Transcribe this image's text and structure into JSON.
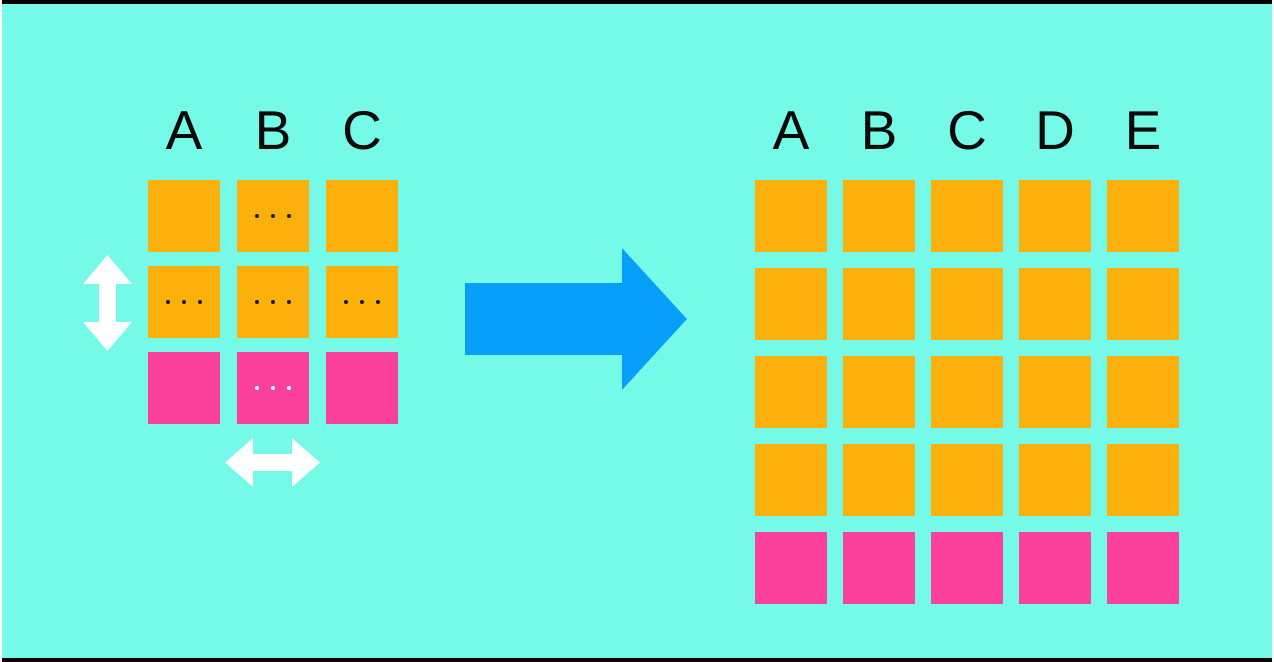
{
  "diagram": {
    "colors": {
      "background": "#74FAE7",
      "frame_bar": "#000000",
      "cell_orange": "#FCB00B",
      "cell_pink": "#FA409B",
      "blue_arrow": "#089FFB",
      "white_arrow": "#FFFFFF",
      "label_text": "#0A0A0A",
      "dots_dark": "#1B1B1B",
      "dots_light": "#FFFFFF"
    },
    "icons": {
      "vertical_expand_arrow": "up-down double-headed white arrow",
      "horizontal_expand_arrow": "left-right double-headed white arrow",
      "transform_arrow": "large blue right-pointing arrow"
    }
  },
  "left_grid": {
    "labels": [
      "A",
      "B",
      "C"
    ],
    "rows": [
      [
        {
          "color": "orange",
          "dots": null
        },
        {
          "color": "orange",
          "dots": "dark"
        },
        {
          "color": "orange",
          "dots": null
        }
      ],
      [
        {
          "color": "orange",
          "dots": "dark"
        },
        {
          "color": "orange",
          "dots": "dark"
        },
        {
          "color": "orange",
          "dots": "dark"
        }
      ],
      [
        {
          "color": "pink",
          "dots": null
        },
        {
          "color": "pink",
          "dots": "light"
        },
        {
          "color": "pink",
          "dots": null
        }
      ]
    ]
  },
  "right_grid": {
    "labels": [
      "A",
      "B",
      "C",
      "D",
      "E"
    ],
    "rows": [
      [
        {
          "color": "orange",
          "dots": null
        },
        {
          "color": "orange",
          "dots": null
        },
        {
          "color": "orange",
          "dots": null
        },
        {
          "color": "orange",
          "dots": null
        },
        {
          "color": "orange",
          "dots": null
        }
      ],
      [
        {
          "color": "orange",
          "dots": null
        },
        {
          "color": "orange",
          "dots": null
        },
        {
          "color": "orange",
          "dots": null
        },
        {
          "color": "orange",
          "dots": null
        },
        {
          "color": "orange",
          "dots": null
        }
      ],
      [
        {
          "color": "orange",
          "dots": null
        },
        {
          "color": "orange",
          "dots": null
        },
        {
          "color": "orange",
          "dots": null
        },
        {
          "color": "orange",
          "dots": null
        },
        {
          "color": "orange",
          "dots": null
        }
      ],
      [
        {
          "color": "orange",
          "dots": null
        },
        {
          "color": "orange",
          "dots": null
        },
        {
          "color": "orange",
          "dots": null
        },
        {
          "color": "orange",
          "dots": null
        },
        {
          "color": "orange",
          "dots": null
        }
      ],
      [
        {
          "color": "pink",
          "dots": null
        },
        {
          "color": "pink",
          "dots": null
        },
        {
          "color": "pink",
          "dots": null
        },
        {
          "color": "pink",
          "dots": null
        },
        {
          "color": "pink",
          "dots": null
        }
      ]
    ]
  }
}
